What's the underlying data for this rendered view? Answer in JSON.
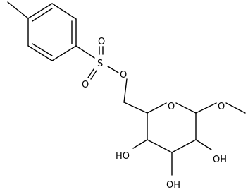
{
  "molecule": {
    "atoms": {
      "sulfur": "S",
      "sulfonyl_oxygen_top": "O",
      "sulfonyl_oxygen_bottom": "O",
      "ester_oxygen": "O",
      "ring_oxygen": "O",
      "methoxy_oxygen": "O",
      "hydroxyl_c4": "HO",
      "hydroxyl_c3": "OH",
      "hydroxyl_c2": "OH"
    }
  }
}
